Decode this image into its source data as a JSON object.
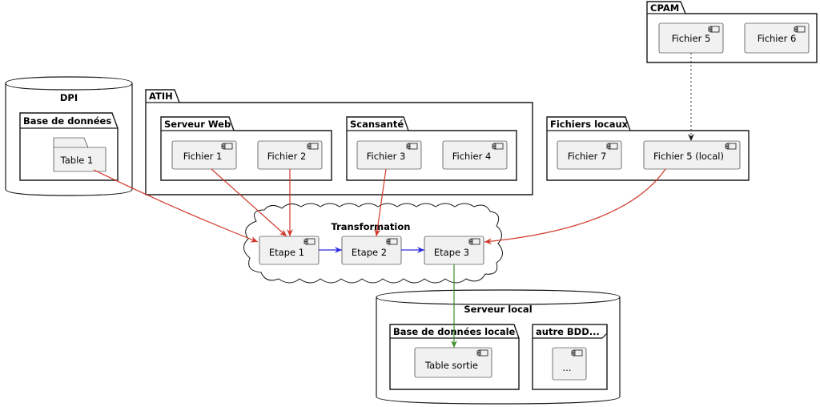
{
  "colors": {
    "arrow_red": "#d0392b",
    "arrow_blue": "#2a2ae0",
    "arrow_green": "#3c8c2a",
    "arrow_dashed": "#181818",
    "component_fill": "#f1f1f1"
  },
  "cpam": {
    "title": "CPAM",
    "fichier5": "Fichier 5",
    "fichier6": "Fichier 6"
  },
  "dpi": {
    "title": "DPI",
    "bdd_title": "Base de données",
    "table1": "Table 1"
  },
  "atih": {
    "title": "ATIH",
    "serveur_web": {
      "title": "Serveur Web",
      "fichier1": "Fichier 1",
      "fichier2": "Fichier 2"
    },
    "scansante": {
      "title": "Scansanté",
      "fichier3": "Fichier 3",
      "fichier4": "Fichier 4"
    }
  },
  "fichiers_locaux": {
    "title": "Fichiers locaux",
    "fichier7": "Fichier 7",
    "fichier5_local": "Fichier 5 (local)"
  },
  "transformation": {
    "title": "Transformation",
    "etape1": "Etape 1",
    "etape2": "Etape 2",
    "etape3": "Etape 3"
  },
  "serveur_local": {
    "title": "Serveur local",
    "bdd_locale": {
      "title": "Base de données locale",
      "table_sortie": "Table sortie"
    },
    "autre_bdd": {
      "title": "autre BDD...",
      "placeholder": "..."
    }
  }
}
